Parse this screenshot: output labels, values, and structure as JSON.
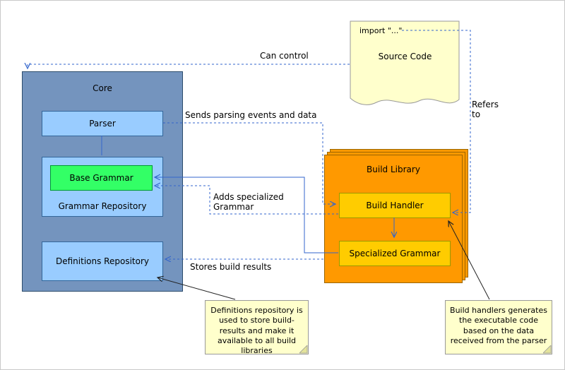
{
  "diagram": {
    "core": {
      "title": "Core",
      "parser": "Parser",
      "grammar_repository": "Grammar Repository",
      "base_grammar": "Base Grammar",
      "definitions_repository": "Definitions Repository"
    },
    "source_code": {
      "import_label": "import \"...\"",
      "title": "Source Code"
    },
    "build_library": {
      "title": "Build Library",
      "build_handler": "Build Handler",
      "specialized_grammar": "Specialized Grammar"
    },
    "edges": {
      "can_control": "Can control",
      "sends_parsing": "Sends parsing events and data",
      "refers_to": "Refers to",
      "adds_specialized": "Adds specialized Grammar",
      "stores_build": "Stores build results"
    },
    "notes": {
      "definitions_note": "Definitions repository is used to store build-results and make it available to all build libraries",
      "build_note": "Build handlers generates the executable code based on the data received from the parser"
    },
    "colors": {
      "core_fill": "#7494BE",
      "inner_box_fill": "#99CCFF",
      "base_grammar_fill": "#33FF66",
      "build_library_fill": "#FF9900",
      "handler_fill": "#FFCC00",
      "note_fill": "#FFFFCC",
      "connector_blue": "#3366CC"
    }
  }
}
